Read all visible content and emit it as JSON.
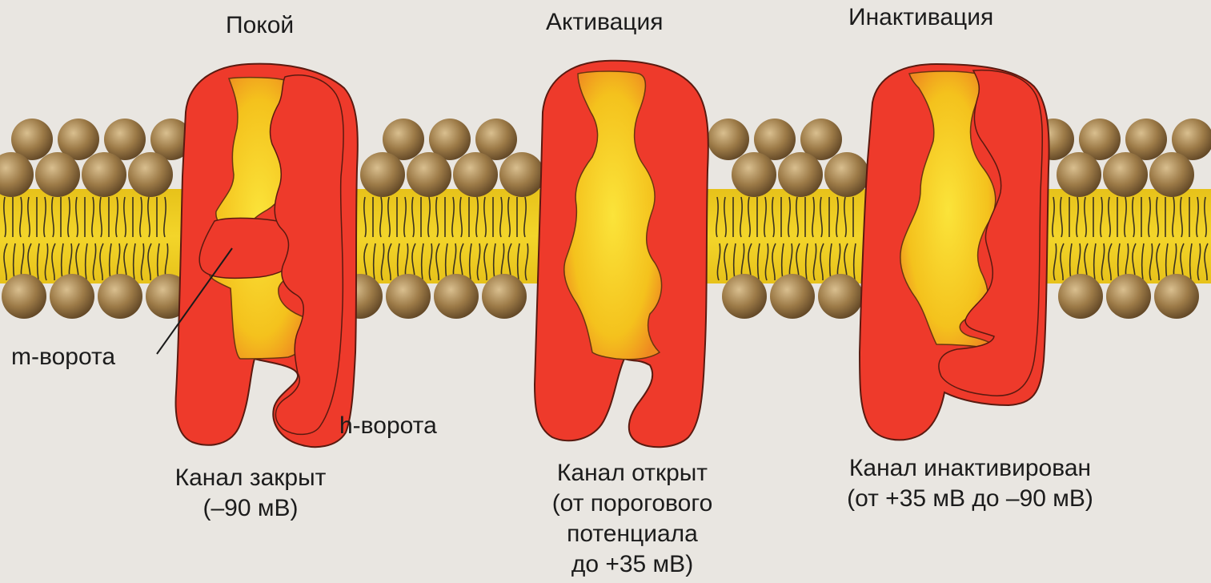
{
  "states": [
    {
      "title": "Покой",
      "caption": [
        "Канал закрыт",
        "(–90 мВ)"
      ]
    },
    {
      "title": "Активация",
      "caption": [
        "Канал открыт",
        "(от порогового",
        "потенциала",
        "до +35 мВ)"
      ]
    },
    {
      "title": "Инактивация",
      "caption": [
        "Канал инактивирован",
        "(от +35 мВ до –90 мВ)"
      ]
    }
  ],
  "gates": {
    "m_gate": "m-ворота",
    "h_gate": "h-ворота"
  },
  "colors": {
    "channel_red": "#ee3a2b",
    "pore_yellow": "#f5d21c",
    "lipid_tail_yellow": "#eccb1b",
    "lipid_head_brown": "#8a6a3c",
    "background": "#e9e6e1"
  }
}
